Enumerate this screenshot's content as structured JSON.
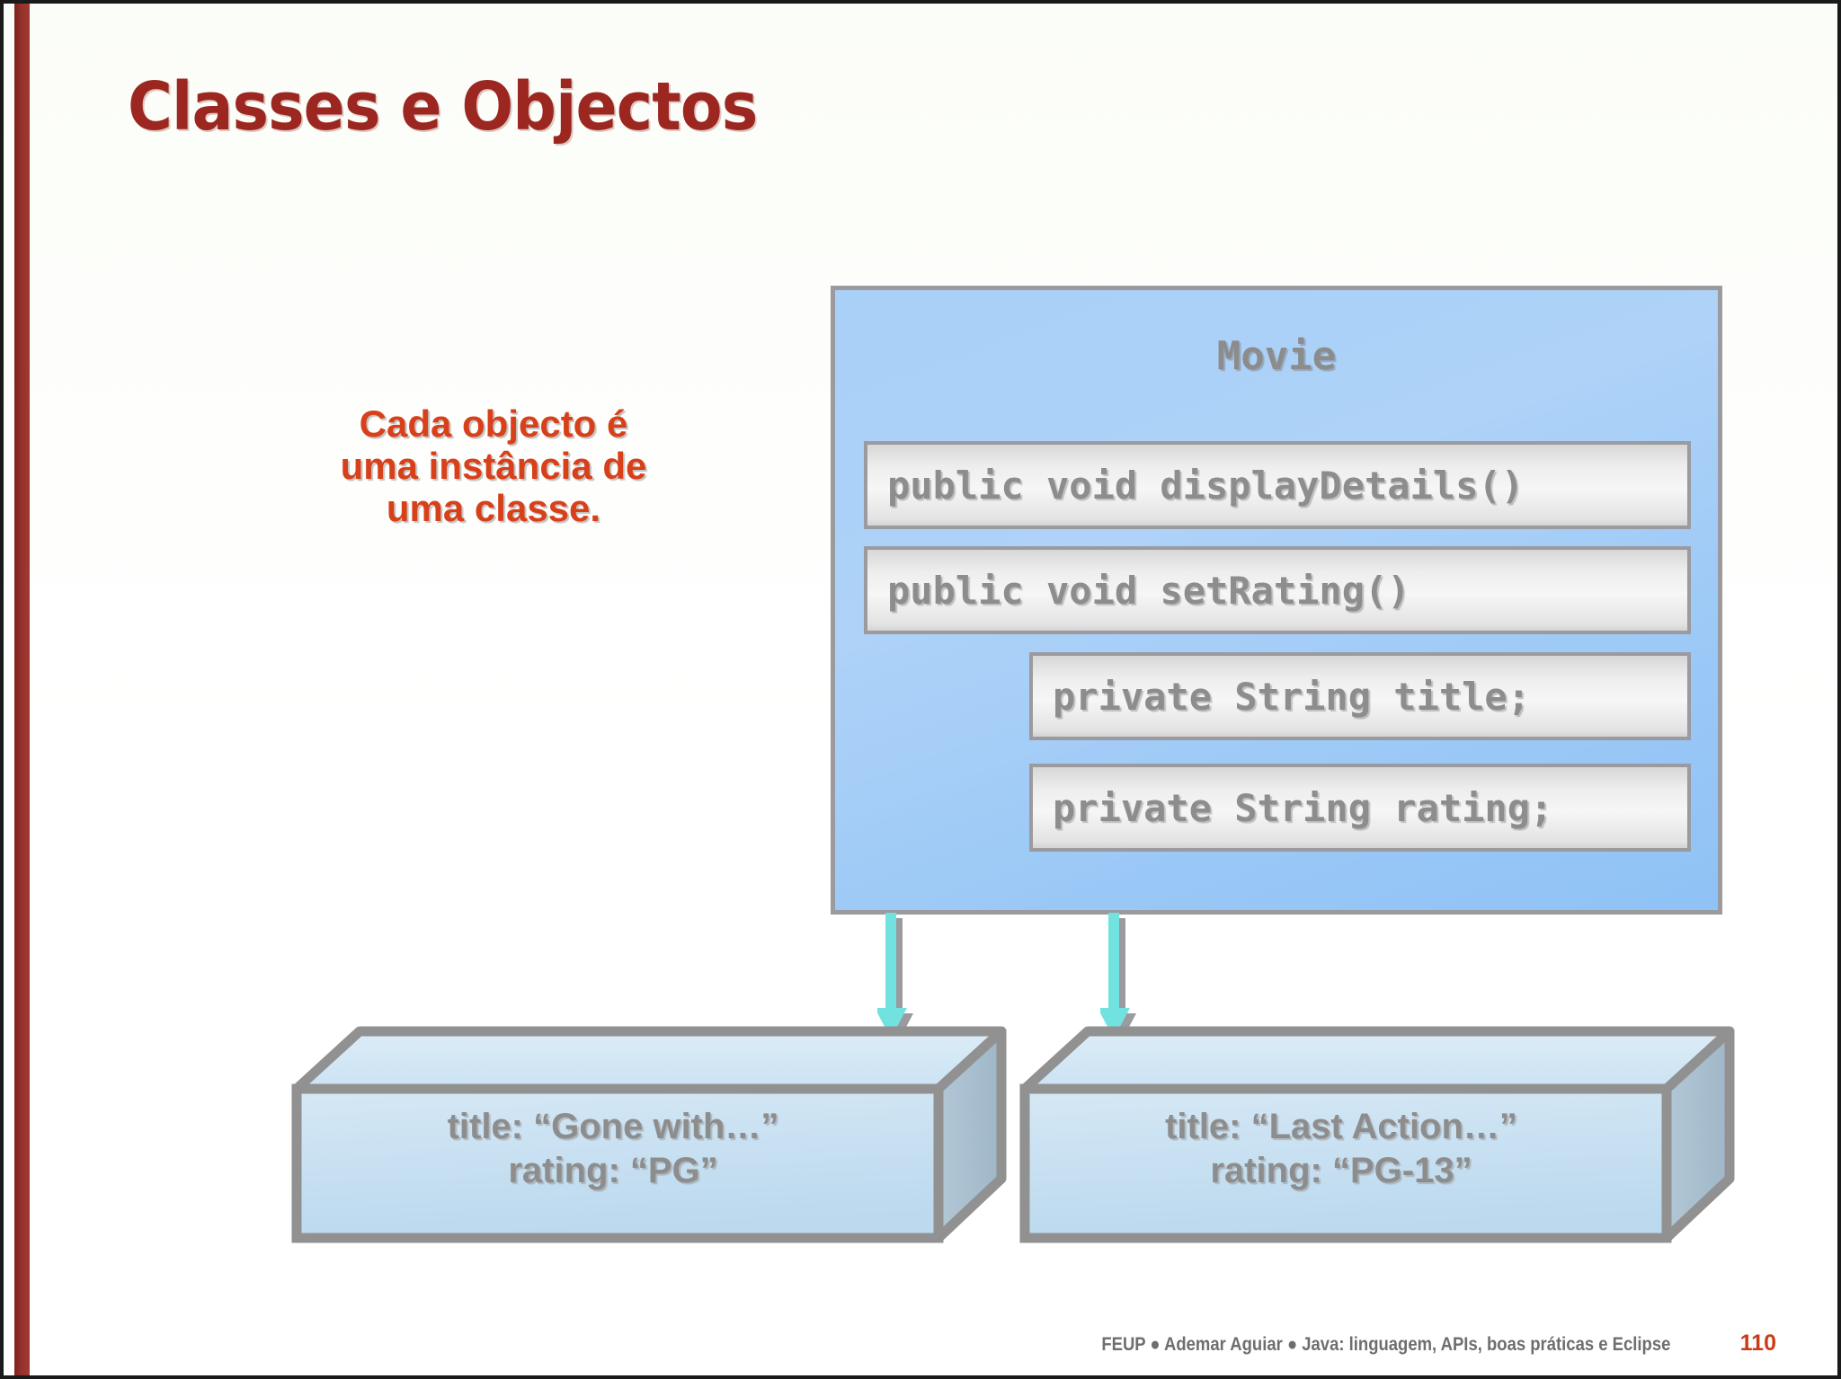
{
  "slide": {
    "title": "Classes e Objectos",
    "accent_dark_red": "#9c2620",
    "accent_orange_red": "#d8401a",
    "class_box_blue": "#a9d0f7",
    "object_box_blue": "#cfe4f3",
    "arrow_cyan": "#72e2e0",
    "border_gray": "#9a9a9f",
    "text_gray": "#8d8d8d"
  },
  "callout": {
    "line1": "Cada objecto é",
    "line2": "uma instância de",
    "line3": "uma classe."
  },
  "class_diagram": {
    "class_name": "Movie",
    "members": [
      {
        "text": "public void displayDetails()",
        "kind": "method"
      },
      {
        "text": "public void setRating()",
        "kind": "method"
      },
      {
        "text": "private String title;",
        "kind": "field"
      },
      {
        "text": "private String rating;",
        "kind": "field"
      }
    ]
  },
  "instances": [
    {
      "line1": "title: “Gone with…”",
      "line2": "rating: “PG”"
    },
    {
      "line1": "title: “Last Action…”",
      "line2": "rating: “PG-13”"
    }
  ],
  "footer": {
    "credits": "FEUP ● Ademar Aguiar ● Java: linguagem, APIs, boas práticas e Eclipse",
    "page_number": "110"
  }
}
